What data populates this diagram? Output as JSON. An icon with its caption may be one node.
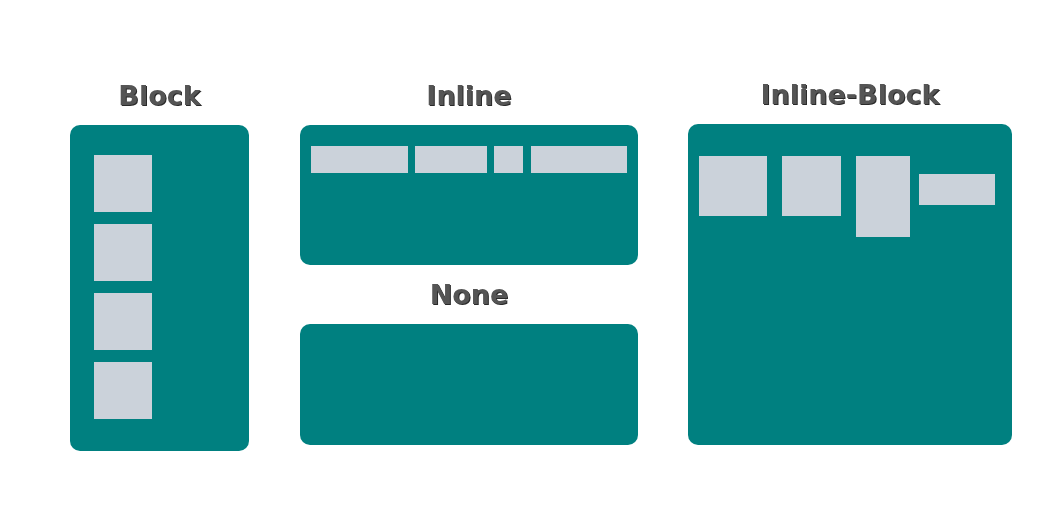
{
  "diagram": {
    "nodes": [
      {
        "text": [
          "Block"
        ]
      },
      {
        "text": [],
        "shape": "box",
        "in": 0
      },
      {
        "text": [],
        "shape": "box",
        "in": 0
      },
      {
        "text": [],
        "shape": "box",
        "in": 0
      },
      {
        "text": [],
        "shape": "box",
        "in": 0
      },
      {
        "text": [
          "Inline"
        ]
      },
      {
        "text": [],
        "shape": "box",
        "in": 5
      },
      {
        "text": [],
        "shape": "box",
        "in": 5
      },
      {
        "text": [],
        "shape": "box",
        "in": 5
      },
      {
        "text": [],
        "shape": "box",
        "in": 5
      },
      {
        "text": [
          "None"
        ]
      },
      {
        "text": [
          "Inline-Block"
        ]
      },
      {
        "text": [],
        "shape": "box",
        "in": 11
      },
      {
        "text": [],
        "shape": "box",
        "in": 11
      },
      {
        "text": [],
        "shape": "box",
        "in": 11
      },
      {
        "text": [],
        "shape": "box",
        "in": 11
      }
    ]
  }
}
